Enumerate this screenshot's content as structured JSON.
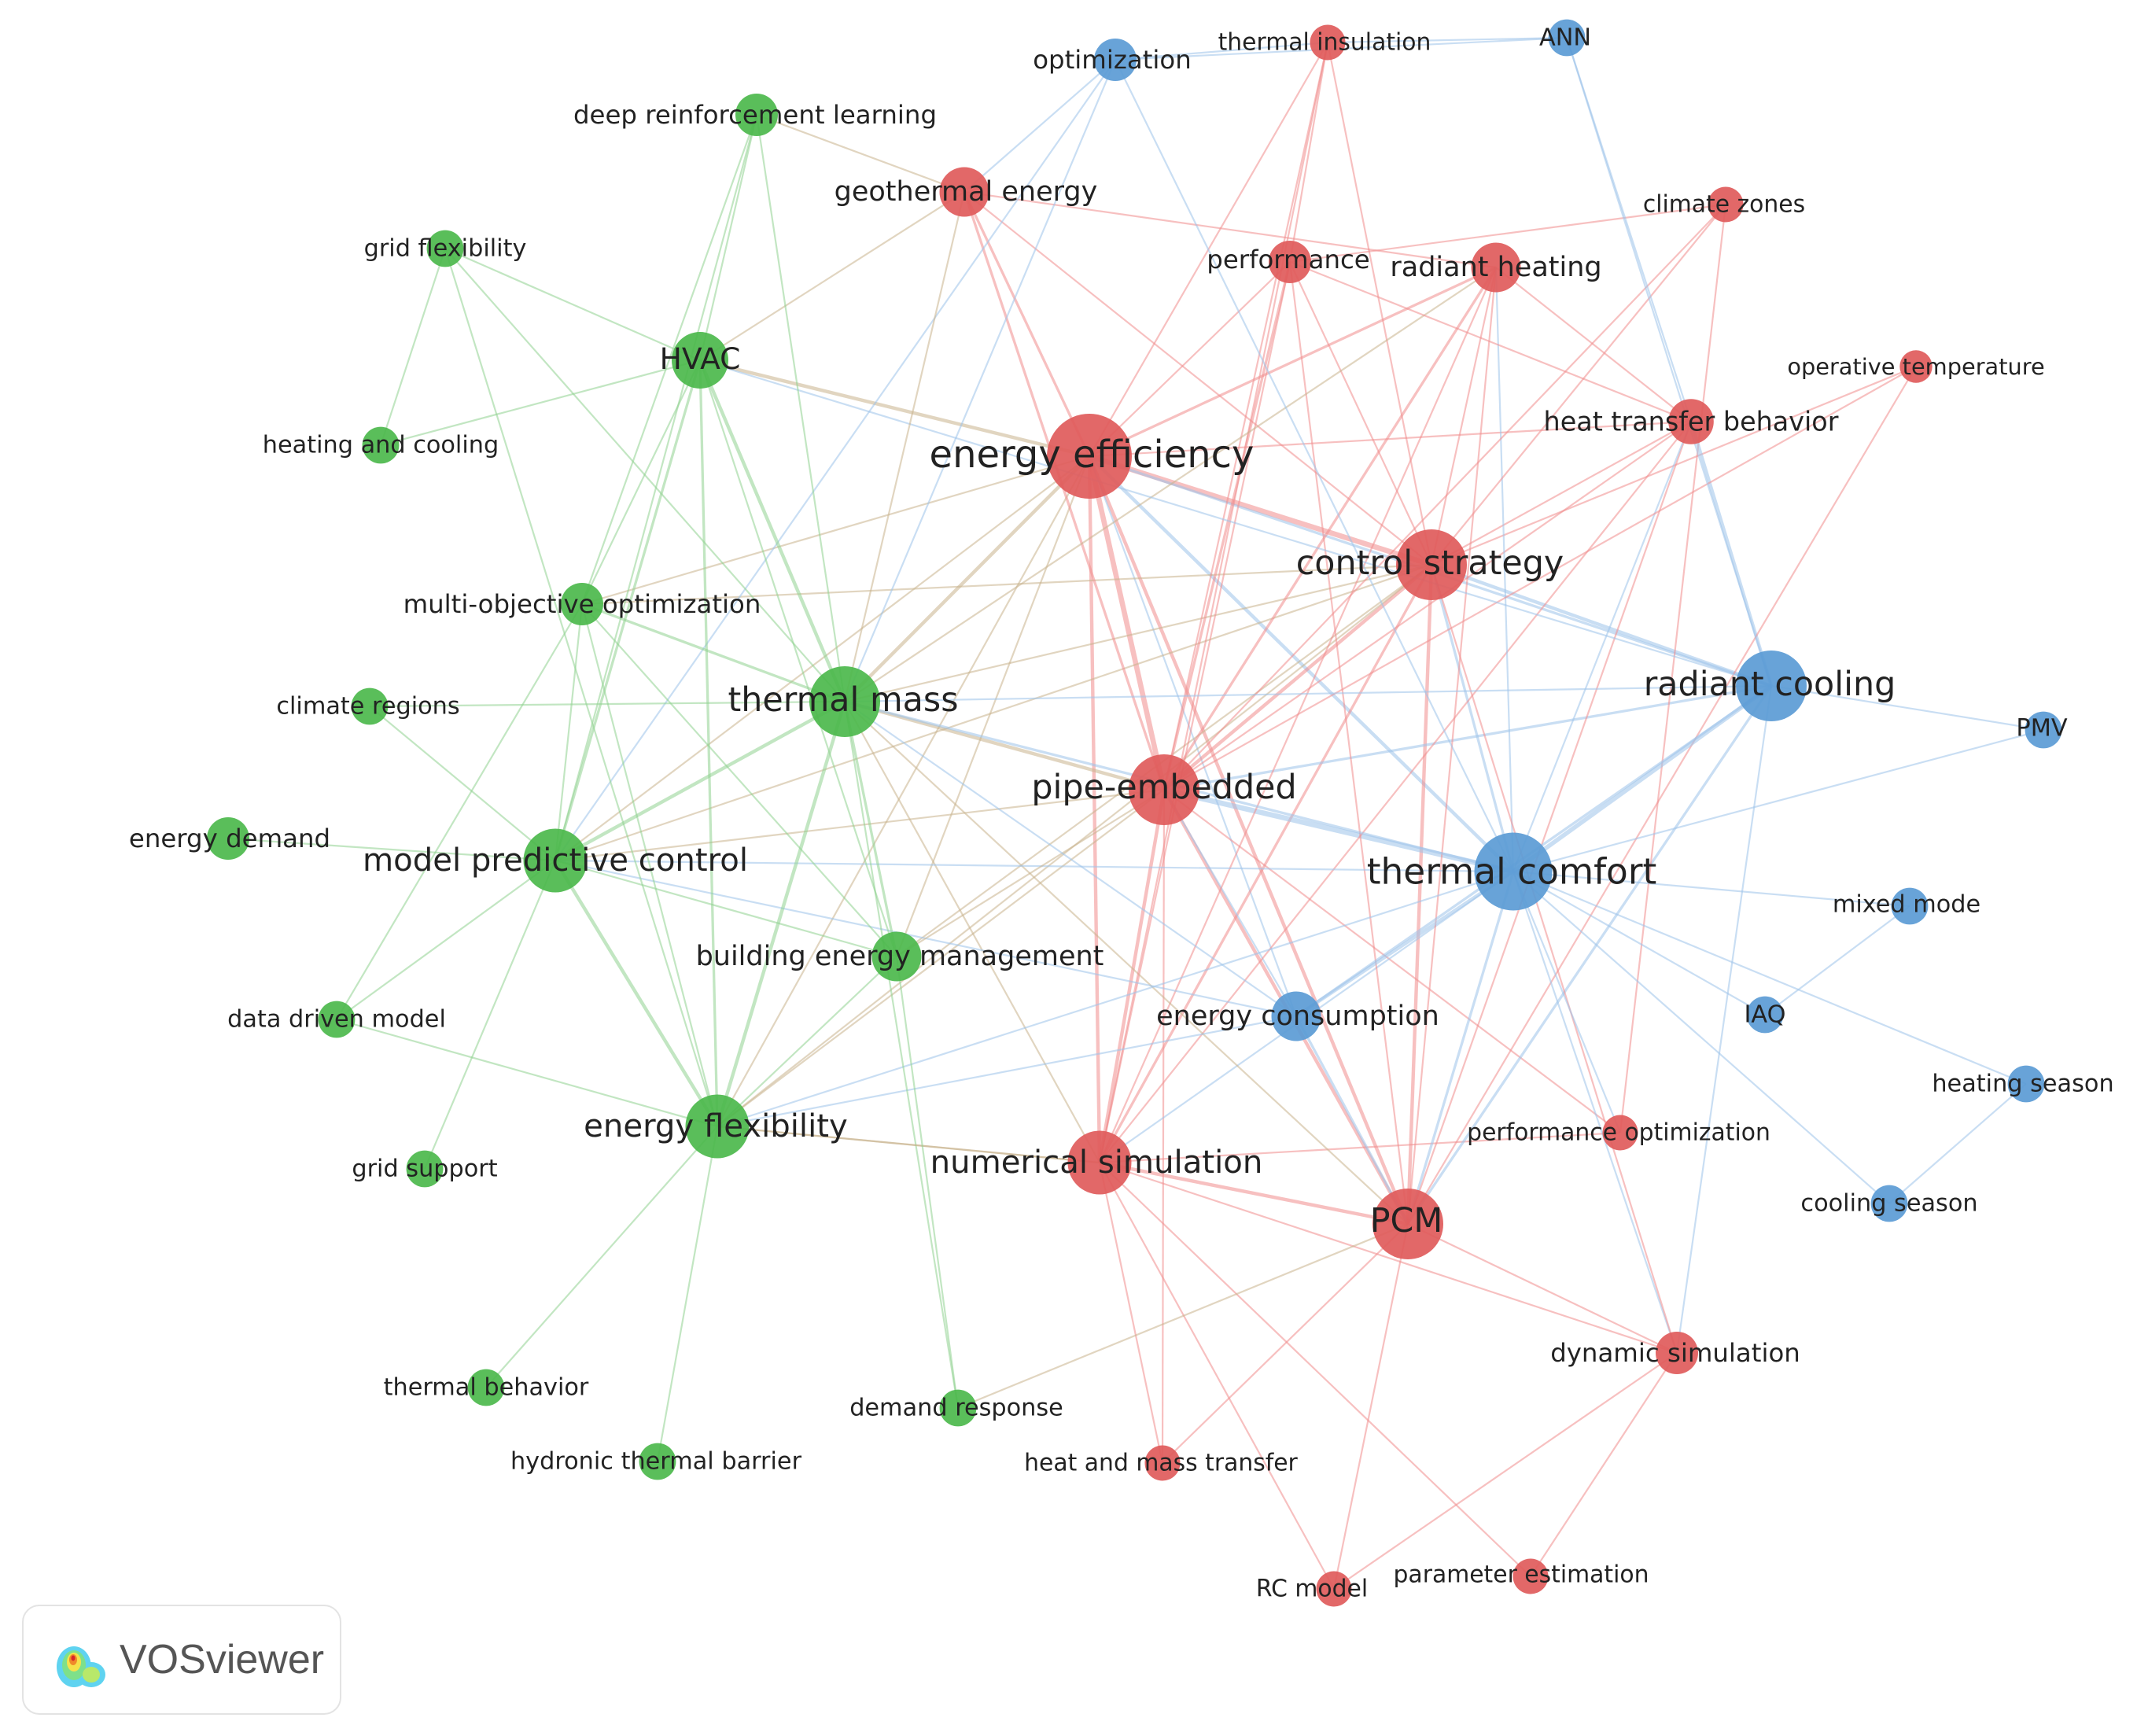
{
  "colors": {
    "red": "#e05b5b",
    "green": "#4cb84c",
    "blue": "#5b9bd5",
    "edge_red": "#f08c8c",
    "edge_green": "#8fd18f",
    "edge_blue": "#9cc3ea",
    "edge_mixed": "#c9b38c"
  },
  "brand": {
    "name": "VOSviewer",
    "logo_icon": "vosviewer-heatmap-logo-icon"
  },
  "nodes": [
    {
      "id": "energy-efficiency",
      "label": "energy efficiency",
      "cluster": "red",
      "weight": 5
    },
    {
      "id": "control-strategy",
      "label": "control strategy",
      "cluster": "red",
      "weight": 4
    },
    {
      "id": "pipe-embedded",
      "label": "pipe-embedded",
      "cluster": "red",
      "weight": 4
    },
    {
      "id": "numerical-simulation",
      "label": "numerical simulation",
      "cluster": "red",
      "weight": 3.5
    },
    {
      "id": "pcm",
      "label": "PCM",
      "cluster": "red",
      "weight": 4
    },
    {
      "id": "geothermal-energy",
      "label": "geothermal energy",
      "cluster": "red",
      "weight": 2.5
    },
    {
      "id": "thermal-insulation",
      "label": "thermal insulation",
      "cluster": "red",
      "weight": 1.5
    },
    {
      "id": "performance",
      "label": "performance",
      "cluster": "red",
      "weight": 2
    },
    {
      "id": "radiant-heating",
      "label": "radiant heating",
      "cluster": "red",
      "weight": 2.5
    },
    {
      "id": "climate-zones",
      "label": "climate zones",
      "cluster": "red",
      "weight": 1.5
    },
    {
      "id": "operative-temperature",
      "label": "operative temperature",
      "cluster": "red",
      "weight": 1.3
    },
    {
      "id": "heat-transfer-behavior",
      "label": "heat transfer behavior",
      "cluster": "red",
      "weight": 2.2
    },
    {
      "id": "performance-optimization",
      "label": "performance optimization",
      "cluster": "red",
      "weight": 1.5
    },
    {
      "id": "dynamic-simulation",
      "label": "dynamic simulation",
      "cluster": "red",
      "weight": 2
    },
    {
      "id": "heat-and-mass-transfer",
      "label": "heat and mass transfer",
      "cluster": "red",
      "weight": 1.5
    },
    {
      "id": "rc-model",
      "label": "RC model",
      "cluster": "red",
      "weight": 1.5
    },
    {
      "id": "parameter-estimation",
      "label": "parameter estimation",
      "cluster": "red",
      "weight": 1.5
    },
    {
      "id": "thermal-mass",
      "label": "thermal mass",
      "cluster": "green",
      "weight": 4
    },
    {
      "id": "model-predictive-control",
      "label": "model predictive control",
      "cluster": "green",
      "weight": 3.5
    },
    {
      "id": "energy-flexibility",
      "label": "energy flexibility",
      "cluster": "green",
      "weight": 3.5
    },
    {
      "id": "hvac",
      "label": "HVAC",
      "cluster": "green",
      "weight": 3
    },
    {
      "id": "building-energy-management",
      "label": "building energy management",
      "cluster": "green",
      "weight": 2.5
    },
    {
      "id": "deep-reinforcement-learning",
      "label": "deep reinforcement learning",
      "cluster": "green",
      "weight": 2
    },
    {
      "id": "grid-flexibility",
      "label": "grid flexibility",
      "cluster": "green",
      "weight": 1.6
    },
    {
      "id": "heating-and-cooling",
      "label": "heating and cooling",
      "cluster": "green",
      "weight": 1.6
    },
    {
      "id": "multi-objective-optimization",
      "label": "multi-objective optimization",
      "cluster": "green",
      "weight": 2
    },
    {
      "id": "climate-regions",
      "label": "climate regions",
      "cluster": "green",
      "weight": 1.6
    },
    {
      "id": "energy-demand",
      "label": "energy demand",
      "cluster": "green",
      "weight": 2
    },
    {
      "id": "data-driven-model",
      "label": "data driven model",
      "cluster": "green",
      "weight": 1.6
    },
    {
      "id": "grid-support",
      "label": "grid support",
      "cluster": "green",
      "weight": 1.6
    },
    {
      "id": "thermal-behavior",
      "label": "thermal behavior",
      "cluster": "green",
      "weight": 1.6
    },
    {
      "id": "hydronic-thermal-barrier",
      "label": "hydronic thermal barrier",
      "cluster": "green",
      "weight": 1.6
    },
    {
      "id": "demand-response",
      "label": "demand response",
      "cluster": "green",
      "weight": 1.6
    },
    {
      "id": "optimization",
      "label": "optimization",
      "cluster": "blue",
      "weight": 2
    },
    {
      "id": "ann",
      "label": "ANN",
      "cluster": "blue",
      "weight": 1.6
    },
    {
      "id": "radiant-cooling",
      "label": "radiant cooling",
      "cluster": "blue",
      "weight": 4
    },
    {
      "id": "thermal-comfort",
      "label": "thermal comfort",
      "cluster": "blue",
      "weight": 4.5
    },
    {
      "id": "pmv",
      "label": "PMV",
      "cluster": "blue",
      "weight": 1.6
    },
    {
      "id": "mixed-mode",
      "label": "mixed mode",
      "cluster": "blue",
      "weight": 1.6
    },
    {
      "id": "iaq",
      "label": "IAQ",
      "cluster": "blue",
      "weight": 1.6
    },
    {
      "id": "energy-consumption",
      "label": "energy consumption",
      "cluster": "blue",
      "weight": 2.5
    },
    {
      "id": "heating-season",
      "label": "heating season",
      "cluster": "blue",
      "weight": 1.6
    },
    {
      "id": "cooling-season",
      "label": "cooling season",
      "cluster": "blue",
      "weight": 1.6
    }
  ],
  "edges": [
    [
      "energy-efficiency",
      "control-strategy",
      3
    ],
    [
      "energy-efficiency",
      "pipe-embedded",
      3
    ],
    [
      "energy-efficiency",
      "numerical-simulation",
      2
    ],
    [
      "energy-efficiency",
      "pcm",
      2
    ],
    [
      "energy-efficiency",
      "thermal-comfort",
      2
    ],
    [
      "energy-efficiency",
      "radiant-cooling",
      1.5
    ],
    [
      "energy-efficiency",
      "geothermal-energy",
      1.5
    ],
    [
      "energy-efficiency",
      "thermal-insulation",
      1
    ],
    [
      "energy-efficiency",
      "performance",
      1
    ],
    [
      "energy-efficiency",
      "radiant-heating",
      1.5
    ],
    [
      "energy-efficiency",
      "heat-transfer-behavior",
      1
    ],
    [
      "energy-efficiency",
      "thermal-mass",
      2
    ],
    [
      "energy-efficiency",
      "hvac",
      2
    ],
    [
      "energy-efficiency",
      "model-predictive-control",
      1
    ],
    [
      "energy-efficiency",
      "energy-flexibility",
      1
    ],
    [
      "energy-efficiency",
      "building-energy-management",
      1
    ],
    [
      "energy-efficiency",
      "multi-objective-optimization",
      1
    ],
    [
      "energy-efficiency",
      "energy-consumption",
      1
    ],
    [
      "control-strategy",
      "pipe-embedded",
      2
    ],
    [
      "control-strategy",
      "pcm",
      2
    ],
    [
      "control-strategy",
      "radiant-cooling",
      2
    ],
    [
      "control-strategy",
      "thermal-comfort",
      1.5
    ],
    [
      "control-strategy",
      "numerical-simulation",
      1.5
    ],
    [
      "control-strategy",
      "radiant-heating",
      1
    ],
    [
      "control-strategy",
      "performance",
      1
    ],
    [
      "control-strategy",
      "heat-transfer-behavior",
      1
    ],
    [
      "control-strategy",
      "operative-temperature",
      1
    ],
    [
      "control-strategy",
      "thermal-mass",
      1
    ],
    [
      "control-strategy",
      "model-predictive-control",
      1
    ],
    [
      "control-strategy",
      "energy-flexibility",
      1
    ],
    [
      "control-strategy",
      "multi-objective-optimization",
      1
    ],
    [
      "control-strategy",
      "building-energy-management",
      1
    ],
    [
      "control-strategy",
      "thermal-insulation",
      1
    ],
    [
      "control-strategy",
      "geothermal-energy",
      1
    ],
    [
      "pipe-embedded",
      "thermal-comfort",
      3
    ],
    [
      "pipe-embedded",
      "numerical-simulation",
      2
    ],
    [
      "pipe-embedded",
      "pcm",
      2
    ],
    [
      "pipe-embedded",
      "thermal-mass",
      2
    ],
    [
      "pipe-embedded",
      "radiant-cooling",
      1.5
    ],
    [
      "pipe-embedded",
      "geothermal-energy",
      1.5
    ],
    [
      "pipe-embedded",
      "performance",
      1.5
    ],
    [
      "pipe-embedded",
      "radiant-heating",
      1.5
    ],
    [
      "pipe-embedded",
      "heat-transfer-behavior",
      1
    ],
    [
      "pipe-embedded",
      "thermal-insulation",
      1
    ],
    [
      "pipe-embedded",
      "energy-flexibility",
      1
    ],
    [
      "pipe-embedded",
      "model-predictive-control",
      1
    ],
    [
      "pipe-embedded",
      "performance-optimization",
      1
    ],
    [
      "pipe-embedded",
      "heat-and-mass-transfer",
      1
    ],
    [
      "pipe-embedded",
      "energy-consumption",
      1
    ],
    [
      "numerical-simulation",
      "pcm",
      2
    ],
    [
      "numerical-simulation",
      "thermal-comfort",
      1
    ],
    [
      "numerical-simulation",
      "radiant-heating",
      1
    ],
    [
      "numerical-simulation",
      "heat-and-mass-transfer",
      1
    ],
    [
      "numerical-simulation",
      "rc-model",
      1
    ],
    [
      "numerical-simulation",
      "parameter-estimation",
      1
    ],
    [
      "numerical-simulation",
      "dynamic-simulation",
      1
    ],
    [
      "numerical-simulation",
      "performance-optimization",
      1
    ],
    [
      "numerical-simulation",
      "thermal-mass",
      1
    ],
    [
      "numerical-simulation",
      "energy-flexibility",
      1
    ],
    [
      "numerical-simulation",
      "performance",
      1
    ],
    [
      "numerical-simulation",
      "heat-transfer-behavior",
      1
    ],
    [
      "pcm",
      "thermal-comfort",
      1.5
    ],
    [
      "pcm",
      "radiant-cooling",
      1.5
    ],
    [
      "pcm",
      "energy-consumption",
      1.5
    ],
    [
      "pcm",
      "dynamic-simulation",
      1
    ],
    [
      "pcm",
      "rc-model",
      1
    ],
    [
      "pcm",
      "heat-transfer-behavior",
      1
    ],
    [
      "pcm",
      "performance",
      1
    ],
    [
      "pcm",
      "thermal-mass",
      1
    ],
    [
      "pcm",
      "heat-and-mass-transfer",
      1
    ],
    [
      "pcm",
      "radiant-heating",
      1
    ],
    [
      "thermal-insulation",
      "optimization",
      1
    ],
    [
      "thermal-insulation",
      "ann",
      1
    ],
    [
      "thermal-insulation",
      "performance",
      1
    ],
    [
      "thermal-insulation",
      "numerical-simulation",
      1
    ],
    [
      "radiant-heating",
      "geothermal-energy",
      1
    ],
    [
      "radiant-heating",
      "thermal-mass",
      1
    ],
    [
      "radiant-heating",
      "heat-transfer-behavior",
      1
    ],
    [
      "radiant-heating",
      "thermal-comfort",
      1
    ],
    [
      "performance",
      "heat-transfer-behavior",
      1
    ],
    [
      "performance",
      "climate-zones",
      1
    ],
    [
      "climate-zones",
      "control-strategy",
      1
    ],
    [
      "climate-zones",
      "performance-optimization",
      1
    ],
    [
      "climate-zones",
      "pipe-embedded",
      1
    ],
    [
      "heat-transfer-behavior",
      "radiant-cooling",
      2
    ],
    [
      "heat-transfer-behavior",
      "thermal-comfort",
      1
    ],
    [
      "heat-transfer-behavior",
      "ann",
      1
    ],
    [
      "operative-temperature",
      "pipe-embedded",
      1
    ],
    [
      "operative-temperature",
      "pcm",
      1
    ],
    [
      "dynamic-simulation",
      "radiant-cooling",
      1
    ],
    [
      "dynamic-simulation",
      "thermal-comfort",
      1
    ],
    [
      "dynamic-simulation",
      "parameter-estimation",
      1
    ],
    [
      "dynamic-simulation",
      "rc-model",
      1
    ],
    [
      "dynamic-simulation",
      "control-strategy",
      1
    ],
    [
      "performance-optimization",
      "thermal-comfort",
      1
    ],
    [
      "thermal-comfort",
      "radiant-cooling",
      2.5
    ],
    [
      "thermal-comfort",
      "energy-consumption",
      2
    ],
    [
      "thermal-comfort",
      "mixed-mode",
      1
    ],
    [
      "thermal-comfort",
      "iaq",
      1
    ],
    [
      "thermal-comfort",
      "heating-season",
      1
    ],
    [
      "thermal-comfort",
      "cooling-season",
      1
    ],
    [
      "thermal-comfort",
      "pmv",
      1
    ],
    [
      "thermal-comfort",
      "thermal-mass",
      1.5
    ],
    [
      "thermal-comfort",
      "model-predictive-control",
      1
    ],
    [
      "thermal-comfort",
      "optimization",
      1
    ],
    [
      "thermal-comfort",
      "energy-flexibility",
      1
    ],
    [
      "radiant-cooling",
      "pmv",
      1
    ],
    [
      "radiant-cooling",
      "thermal-mass",
      1
    ],
    [
      "radiant-cooling",
      "ann",
      1
    ],
    [
      "radiant-cooling",
      "energy-consumption",
      1.5
    ],
    [
      "radiant-cooling",
      "hvac",
      1
    ],
    [
      "mixed-mode",
      "iaq",
      1
    ],
    [
      "heating-season",
      "cooling-season",
      1
    ],
    [
      "optimization",
      "ann",
      1
    ],
    [
      "optimization",
      "geothermal-energy",
      1
    ],
    [
      "optimization",
      "thermal-mass",
      1
    ],
    [
      "optimization",
      "model-predictive-control",
      1
    ],
    [
      "energy-consumption",
      "energy-flexibility",
      1
    ],
    [
      "energy-consumption",
      "model-predictive-control",
      1
    ],
    [
      "geothermal-energy",
      "hvac",
      1
    ],
    [
      "geothermal-energy",
      "thermal-mass",
      1
    ],
    [
      "thermal-mass",
      "hvac",
      2
    ],
    [
      "thermal-mass",
      "model-predictive-control",
      2
    ],
    [
      "thermal-mass",
      "energy-flexibility",
      2
    ],
    [
      "thermal-mass",
      "building-energy-management",
      1.5
    ],
    [
      "thermal-mass",
      "multi-objective-optimization",
      1.5
    ],
    [
      "thermal-mass",
      "climate-regions",
      1
    ],
    [
      "thermal-mass",
      "deep-reinforcement-learning",
      1
    ],
    [
      "thermal-mass",
      "grid-flexibility",
      1
    ],
    [
      "thermal-mass",
      "demand-response",
      1
    ],
    [
      "model-predictive-control",
      "hvac",
      1.5
    ],
    [
      "model-predictive-control",
      "energy-flexibility",
      2
    ],
    [
      "model-predictive-control",
      "building-energy-management",
      1
    ],
    [
      "model-predictive-control",
      "multi-objective-optimization",
      1
    ],
    [
      "model-predictive-control",
      "energy-demand",
      1
    ],
    [
      "model-predictive-control",
      "data-driven-model",
      1
    ],
    [
      "model-predictive-control",
      "grid-support",
      1
    ],
    [
      "model-predictive-control",
      "deep-reinforcement-learning",
      1
    ],
    [
      "model-predictive-control",
      "climate-regions",
      1
    ],
    [
      "energy-flexibility",
      "hvac",
      1.5
    ],
    [
      "energy-flexibility",
      "building-energy-management",
      1
    ],
    [
      "energy-flexibility",
      "multi-objective-optimization",
      1
    ],
    [
      "energy-flexibility",
      "thermal-behavior",
      1
    ],
    [
      "energy-flexibility",
      "hydronic-thermal-barrier",
      1
    ],
    [
      "energy-flexibility",
      "data-driven-model",
      1
    ],
    [
      "energy-flexibility",
      "grid-flexibility",
      1
    ],
    [
      "energy-flexibility",
      "numerical-simulation",
      1
    ],
    [
      "hvac",
      "deep-reinforcement-learning",
      1
    ],
    [
      "hvac",
      "grid-flexibility",
      1
    ],
    [
      "hvac",
      "heating-and-cooling",
      1
    ],
    [
      "hvac",
      "building-energy-management",
      1
    ],
    [
      "hvac",
      "multi-objective-optimization",
      1
    ],
    [
      "deep-reinforcement-learning",
      "multi-objective-optimization",
      1
    ],
    [
      "deep-reinforcement-learning",
      "geothermal-energy",
      1
    ],
    [
      "grid-flexibility",
      "heating-and-cooling",
      1
    ],
    [
      "multi-objective-optimization",
      "data-driven-model",
      1
    ],
    [
      "multi-objective-optimization",
      "building-energy-management",
      1
    ],
    [
      "building-energy-management",
      "demand-response",
      1
    ],
    [
      "building-energy-management",
      "pipe-embedded",
      1
    ],
    [
      "demand-response",
      "pcm",
      1
    ],
    [
      "thermal-mass",
      "energy-consumption",
      1
    ]
  ]
}
